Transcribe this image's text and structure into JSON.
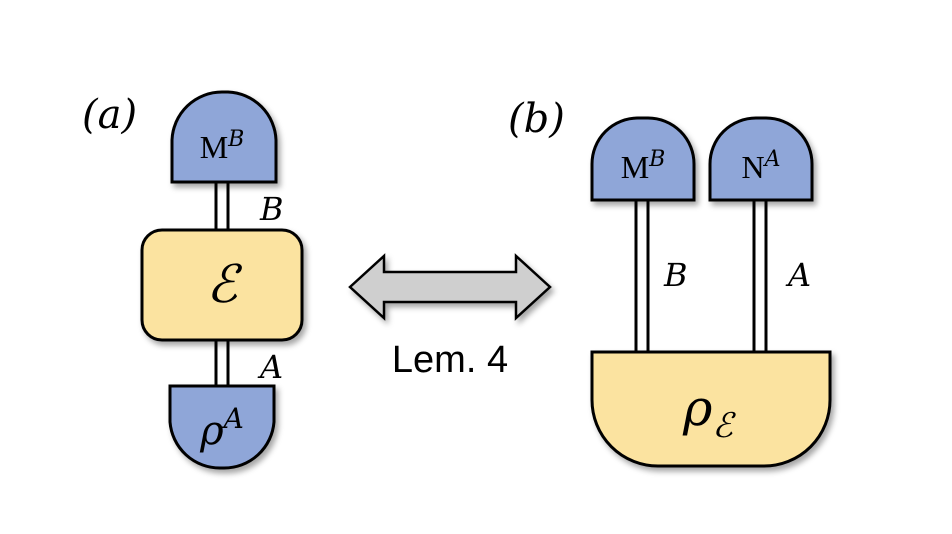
{
  "panel_a": {
    "label": "(a)",
    "measurement": {
      "base": "M",
      "sup": "B"
    },
    "wire_top_label": "B",
    "channel_label": "ℰ",
    "wire_bottom_label": "A",
    "state": {
      "base": "ρ",
      "sup": "A"
    }
  },
  "arrow": {
    "label": "Lem. 4"
  },
  "panel_b": {
    "label": "(b)",
    "measurement_left": {
      "base": "M",
      "sup": "B"
    },
    "measurement_right": {
      "base": "N",
      "sup": "A"
    },
    "wire_left_label": "B",
    "wire_right_label": "A",
    "state": {
      "base": "ρ",
      "sub": "ℰ"
    }
  },
  "colors": {
    "blue_fill": "#8fa6d8",
    "yellow_fill": "#fbe3a0",
    "arrow_fill": "#cfcfcf",
    "stroke": "#000000"
  }
}
